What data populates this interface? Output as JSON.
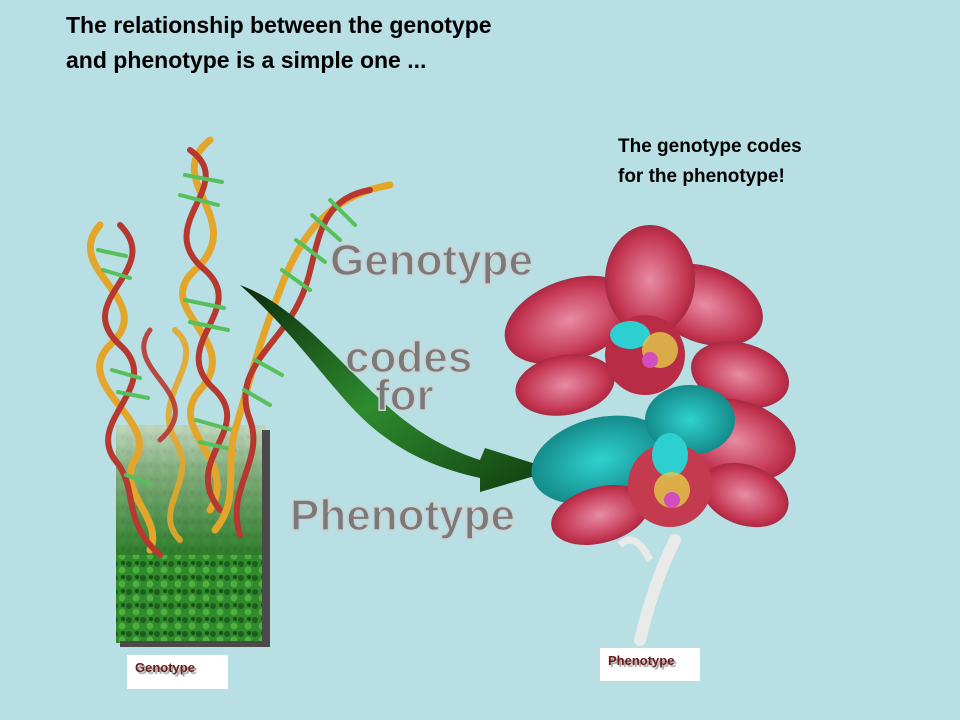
{
  "slide": {
    "title": "The relationship between the genotype and phenotype is a simple one ...",
    "side_note": "The  genotype codes for the phenotype!"
  },
  "diagram": {
    "word_genotype": "Genotype",
    "word_codes": "codes",
    "word_for": "for",
    "word_phenotype": "Phenotype"
  },
  "captions": {
    "genotype": "Genotype",
    "phenotype": "Phenotype"
  }
}
